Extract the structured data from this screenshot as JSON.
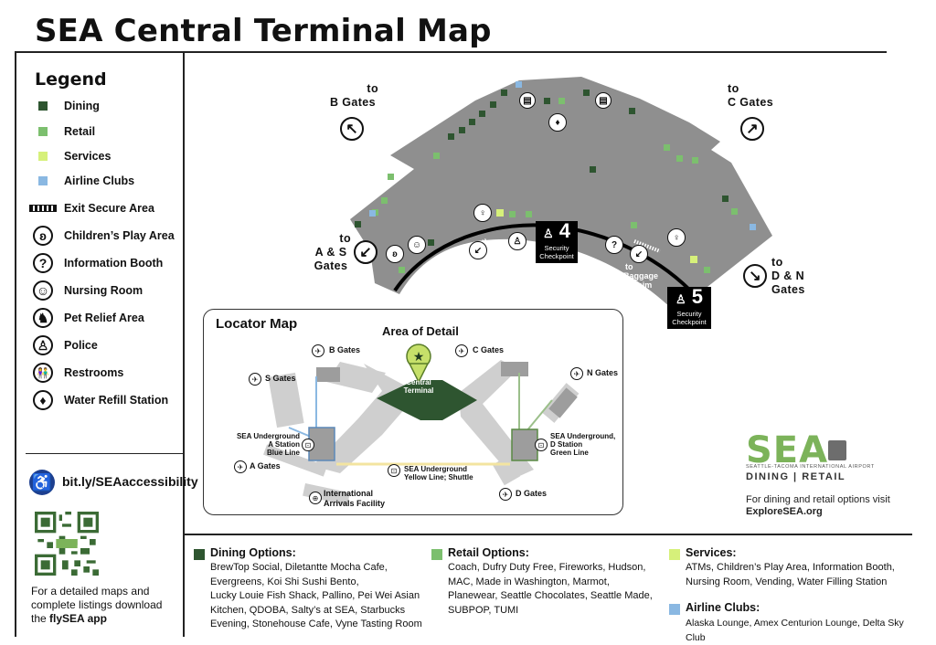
{
  "title": "SEA Central Terminal Map",
  "colors": {
    "dining": "#2e5530",
    "retail": "#7cbf6e",
    "services": "#d6f07a",
    "airline_clubs": "#8ab8e2",
    "terminal_gray": "#8f8f8f",
    "locator_gray": "#cfcfcf",
    "central_terminal": "#2e5530",
    "blue_line": "#8ab8e2",
    "green_line": "#9bbf8a",
    "yellow_line": "#f3e4a0",
    "brand_green": "#7cb35a"
  },
  "legend": {
    "title": "Legend",
    "items": [
      {
        "label": "Dining",
        "icon": "dining-square"
      },
      {
        "label": "Retail",
        "icon": "retail-square"
      },
      {
        "label": "Services",
        "icon": "services-square"
      },
      {
        "label": "Airline Clubs",
        "icon": "airline-clubs-square"
      },
      {
        "label": "Exit Secure Area",
        "icon": "exit-secure-area-bar"
      },
      {
        "label": "Children’s Play Area",
        "icon": "teddy-bear-icon"
      },
      {
        "label": "Information Booth",
        "icon": "question-mark-icon"
      },
      {
        "label": "Nursing Room",
        "icon": "nursing-icon"
      },
      {
        "label": "Pet Relief Area",
        "icon": "dog-icon"
      },
      {
        "label": "Police",
        "icon": "police-icon"
      },
      {
        "label": "Restrooms",
        "icon": "restroom-icon"
      },
      {
        "label": "Water Refill Station",
        "icon": "water-drop-icon"
      }
    ]
  },
  "accessibility": {
    "link": "bit.ly/SEAaccessibility"
  },
  "app_note": {
    "line1": "For a detailed maps and",
    "line2": "complete listings download",
    "line3_prefix": "the ",
    "app_name": "flySEA app"
  },
  "map": {
    "gates": {
      "b": {
        "to": "to",
        "name": "B Gates"
      },
      "c": {
        "to": "to",
        "name": "C Gates"
      },
      "as": {
        "to": "to",
        "line2": "A & S",
        "line3": "Gates"
      },
      "dn": {
        "to": "to",
        "line2": "D & N",
        "line3": "Gates"
      }
    },
    "checkpoints": [
      {
        "number": "4",
        "line1": "Security",
        "line2": "Checkpoint"
      },
      {
        "number": "5",
        "line1": "Security",
        "line2": "Checkpoint"
      }
    ],
    "baggage": [
      {
        "l1": "to",
        "l2": "Baggage",
        "l3": "Claim"
      },
      {
        "l1": "to",
        "l2": "Baggage",
        "l3": "Claim"
      }
    ]
  },
  "locator": {
    "title": "Locator Map",
    "area_of_detail": "Area of Detail",
    "central_terminal_l1": "Central",
    "central_terminal_l2": "Terminal",
    "labels": {
      "b_gates": "B Gates",
      "c_gates": "C Gates",
      "s_gates": "S Gates",
      "n_gates": "N Gates",
      "a_gates": "A Gates",
      "d_gates": "D Gates",
      "a_station_l1": "SEA Underground",
      "a_station_l2": "A Station",
      "a_station_l3": "Blue Line",
      "d_station_l1": "SEA Underground,",
      "d_station_l2": "D Station",
      "d_station_l3": "Green Line",
      "yellow_l1": "SEA Underground",
      "yellow_l2": "Yellow Line; Shuttle",
      "intl_l1": "International",
      "intl_l2": "Arrivals Facility"
    }
  },
  "brand": {
    "logo": "SEA",
    "subtitle": "SEATTLE-TACOMA INTERNATIONAL AIRPORT",
    "dining_retail": "DINING | RETAIL",
    "visit_text": "For dining and retail options visit",
    "visit_url": "ExploreSEA.org"
  },
  "categories": {
    "dining": {
      "title": "Dining Options:",
      "lines": [
        "BrewTop Social, Diletantte Mocha Cafe,",
        "Evergreens, Koi Shi Sushi Bento,",
        "Lucky Louie Fish Shack, Pallino, Pei Wei Asian",
        "Kitchen, QDOBA, Salty’s at SEA, Starbucks",
        "Evening, Stonehouse Cafe, Vyne Tasting Room"
      ]
    },
    "retail": {
      "title": "Retail Options:",
      "lines": [
        "Coach, Dufry Duty Free, Fireworks, Hudson,",
        "MAC, Made in Washington, Marmot,",
        "Planewear, Seattle Chocolates, Seattle Made,",
        "SUBPOP, TUMI"
      ]
    },
    "services": {
      "title": "Services:",
      "lines": [
        "ATMs, Children’s Play Area, Information Booth,",
        "Nursing Room, Vending, Water Filling Station"
      ]
    },
    "airline_clubs": {
      "title": "Airline Clubs:",
      "lines": [
        "Alaska Lounge, Amex Centurion Lounge, Delta Sky Club"
      ]
    }
  }
}
